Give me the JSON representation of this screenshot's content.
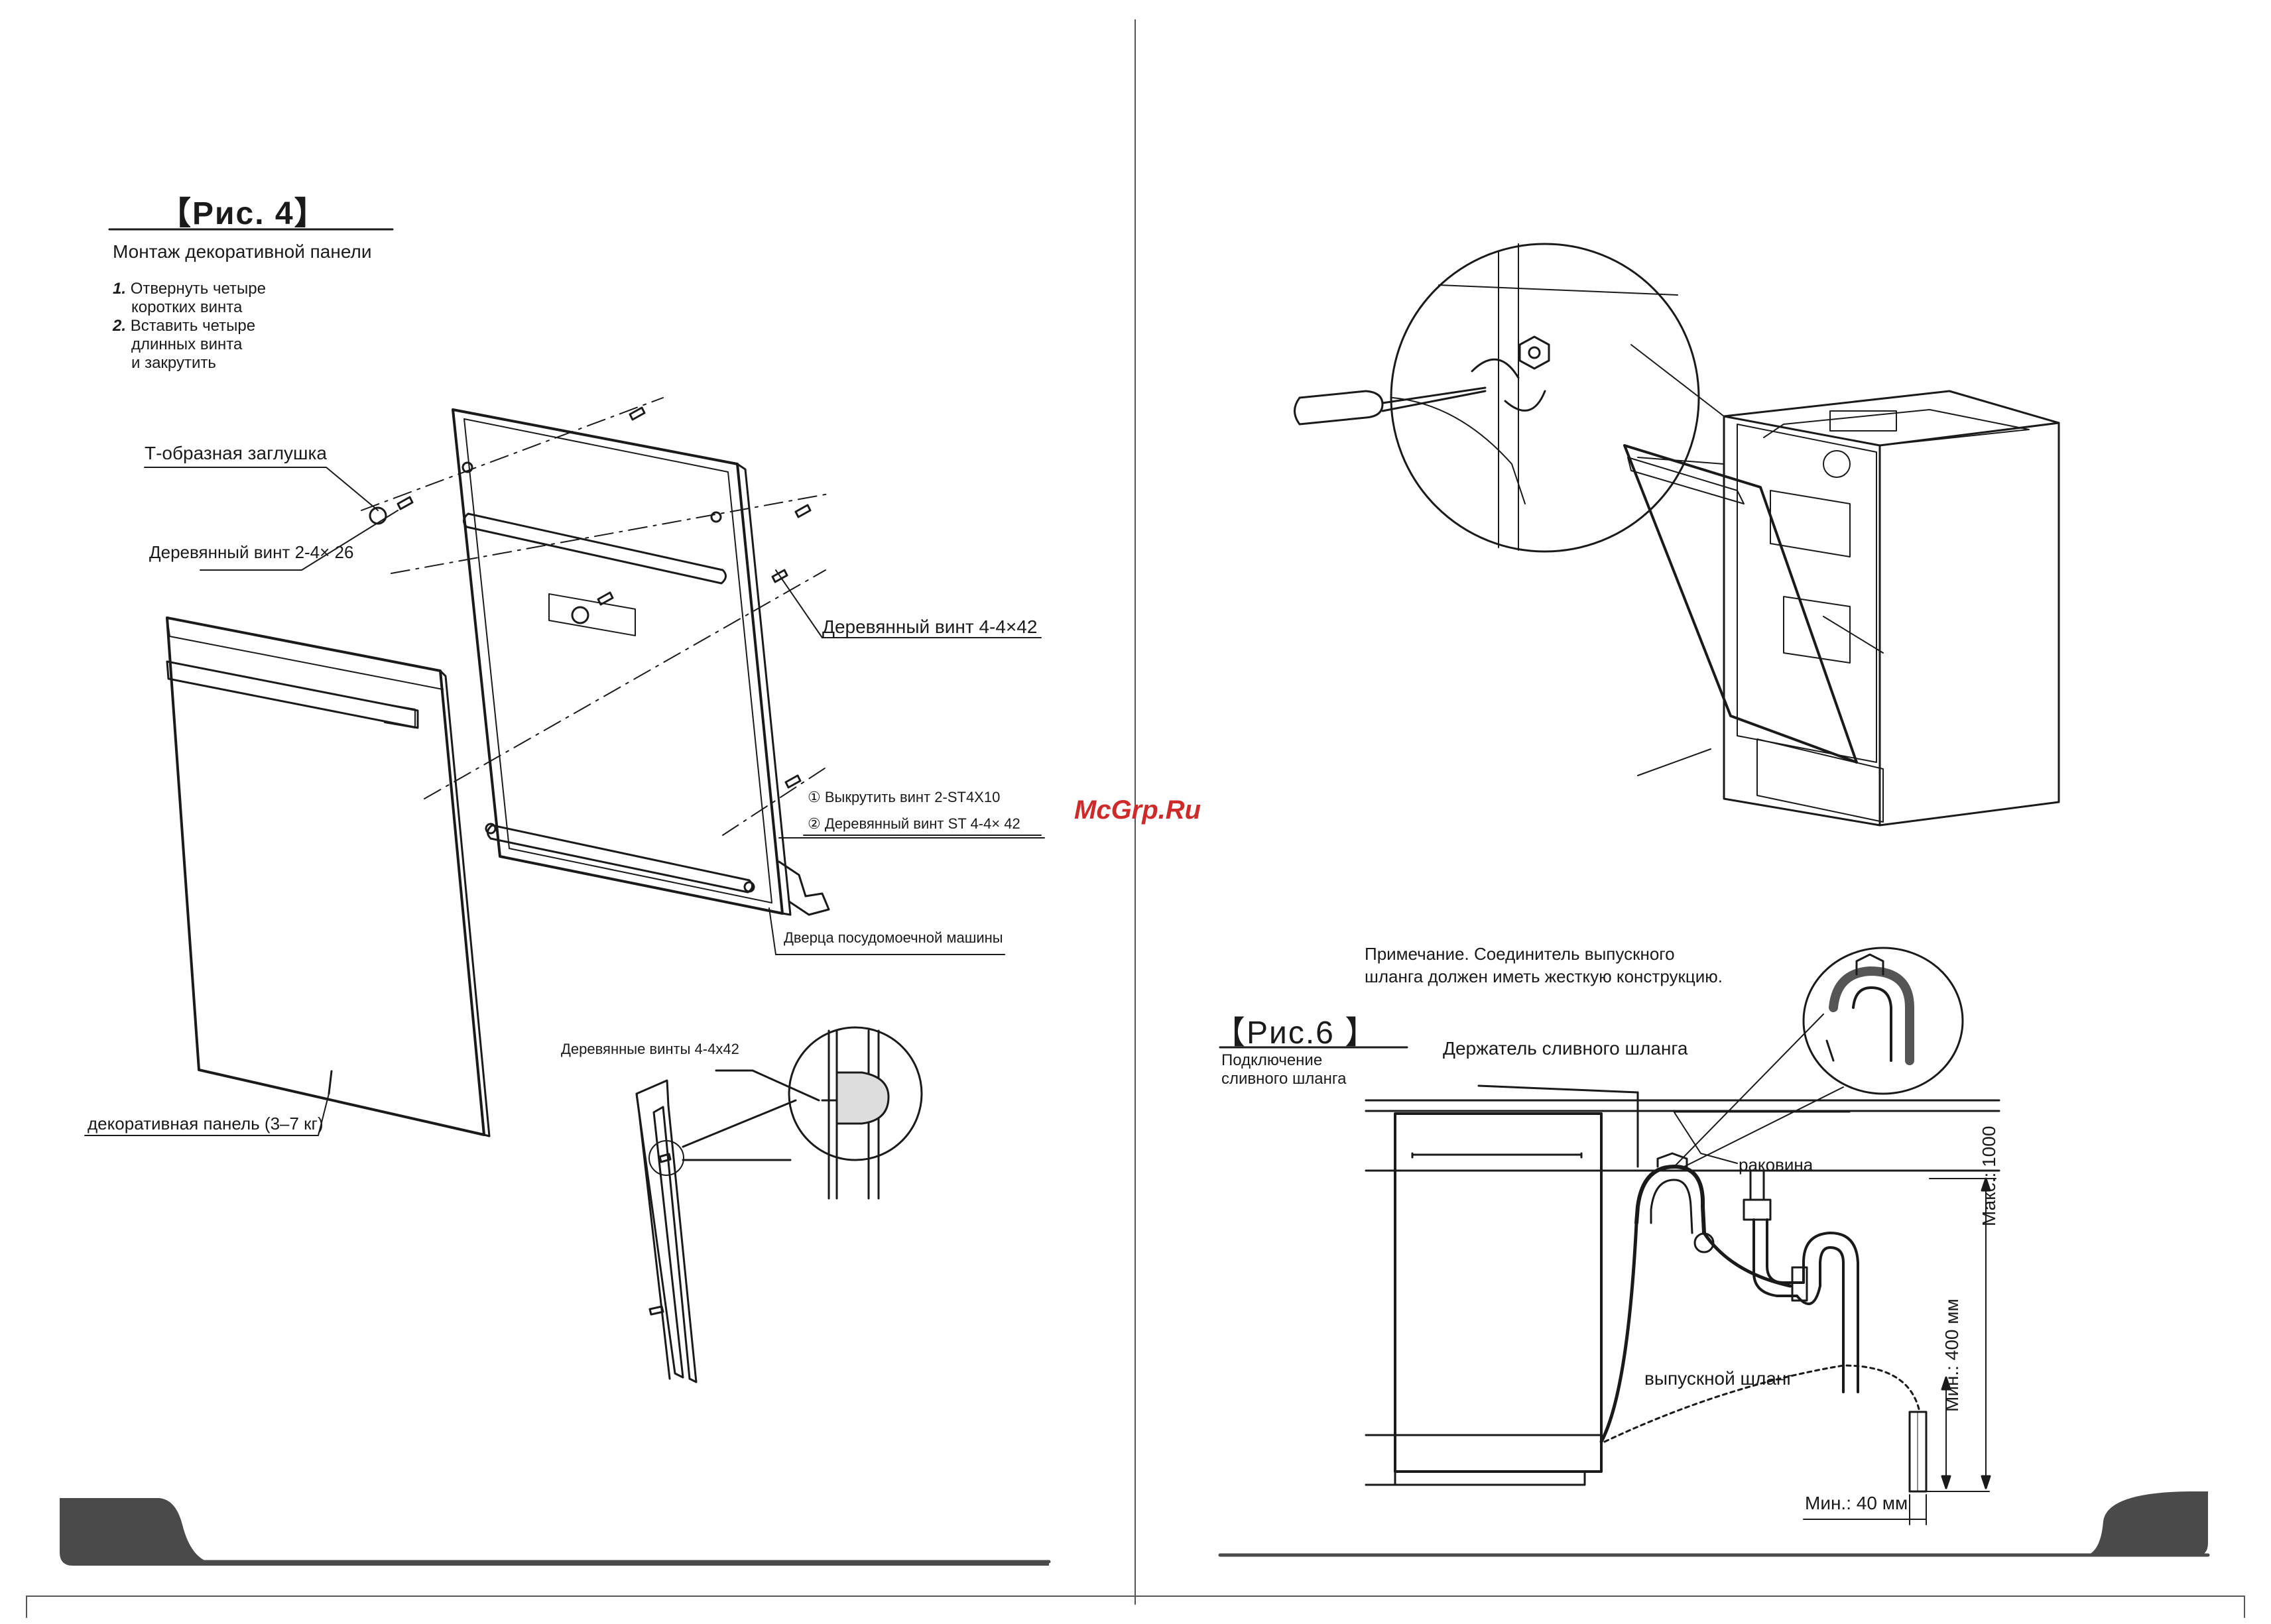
{
  "watermark": "McGrp.Ru",
  "left_page": {
    "figure_title": "【Рис. 4】",
    "subtitle": "Монтаж декоративной панели",
    "steps": [
      {
        "num": "1.",
        "text": "Отвернуть четыре",
        "text2": "коротких винта"
      },
      {
        "num": "2.",
        "text": "Вставить четыре",
        "text2": "длинных винта",
        "text3": "и закрутить"
      }
    ],
    "labels": {
      "t_plug": "Т-образная заглушка",
      "wood_screw_2_4x26": "Деревянный винт 2-4× 26",
      "wood_screw_4_4x42": "Деревянный винт 4-4×42",
      "unscrew": "① Выкрутить винт 2-ST4X10",
      "wood_screw_st": "② Деревянный винт ST 4-4× 42",
      "dishwasher_door": "Дверца посудомоечной машины",
      "decor_panel": "декоративная панель (3–7 кг)",
      "wood_screws_detail": "Деревянные винты 4-4x42"
    }
  },
  "right_page": {
    "figure_title": "【Рис.6 】",
    "subtitle_line1": "Подключение",
    "subtitle_line2": "сливного шланга",
    "note_line1": "Примечание. Соединитель выпускного",
    "note_line2": "шланга должен иметь жесткую конструкцию.",
    "labels": {
      "hose_holder": "Держатель сливного шланга",
      "sink": "раковина",
      "drain_hose": "выпускной шланг",
      "max_1000": "Макс.: 1000",
      "min_400": "Мин.: 400 мм",
      "min_40": "Мин.: 40 мм"
    }
  },
  "colors": {
    "tab": "#4a4a4a",
    "line": "#1a1a1a",
    "watermark": "#cf2a2a"
  }
}
